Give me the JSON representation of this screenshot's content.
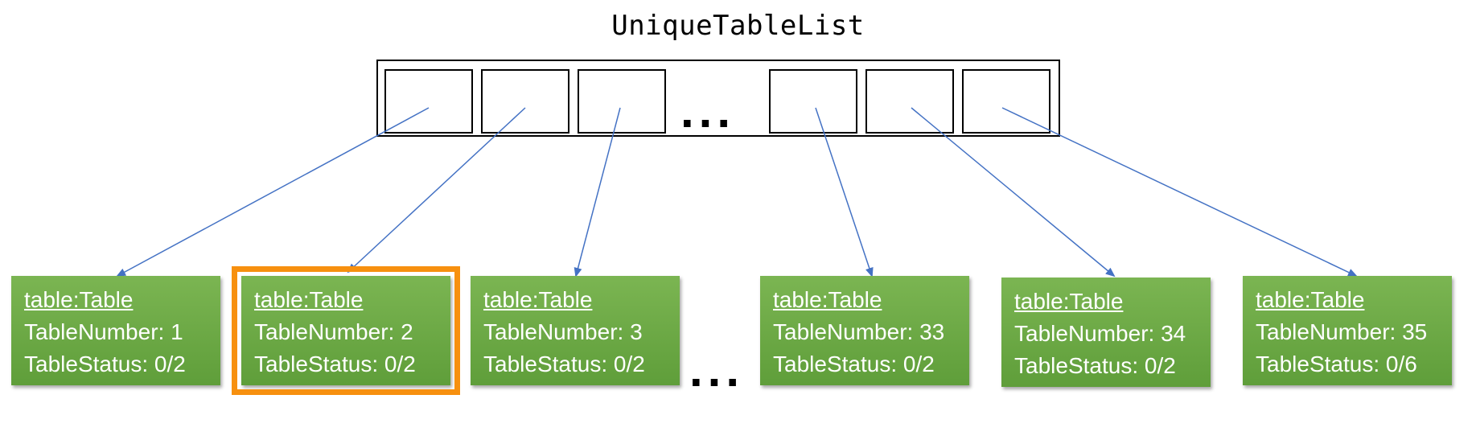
{
  "diagram": {
    "title": "UniqueTableList",
    "list_ellipsis": "...",
    "cards_ellipsis": "...",
    "colors": {
      "card_fill": "#6aa842",
      "highlight": "#f7900f",
      "arrow": "#4472c4"
    },
    "tables": [
      {
        "object": "table:Table",
        "number_label": "TableNumber:",
        "number": "1",
        "status_label": "TableStatus:",
        "status": "0/2",
        "highlighted": false
      },
      {
        "object": "table:Table",
        "number_label": "TableNumber:",
        "number": "2",
        "status_label": "TableStatus:",
        "status": "0/2",
        "highlighted": true
      },
      {
        "object": "table:Table",
        "number_label": "TableNumber:",
        "number": "3",
        "status_label": "TableStatus:",
        "status": "0/2",
        "highlighted": false
      },
      {
        "object": "table:Table",
        "number_label": "TableNumber:",
        "number": "33",
        "status_label": "TableStatus:",
        "status": "0/2",
        "highlighted": false
      },
      {
        "object": "table:Table",
        "number_label": "TableNumber:",
        "number": "34",
        "status_label": "TableStatus:",
        "status": "0/2",
        "highlighted": false
      },
      {
        "object": "table:Table",
        "number_label": "TableNumber:",
        "number": "35",
        "status_label": "TableStatus:",
        "status": "0/6",
        "highlighted": false
      }
    ]
  }
}
